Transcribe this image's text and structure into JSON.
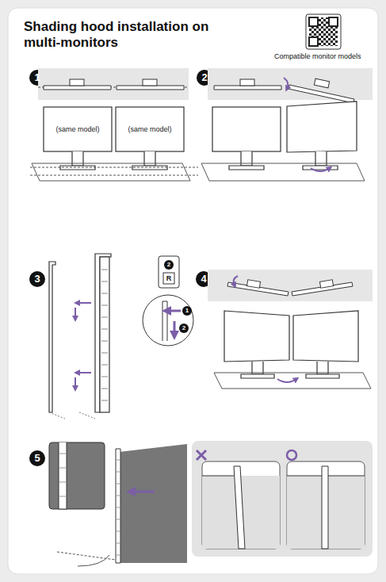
{
  "diagram": {
    "title": "Shading hood installation on multi-monitors",
    "nodes": [
      {
        "text": [
          "(same model)"
        ]
      },
      {
        "text": [
          "(same model)"
        ]
      }
    ],
    "labels": [
      "Compatible monitor models",
      "1",
      "2",
      "3",
      "4",
      "5",
      "2",
      "R",
      "1",
      "2"
    ]
  }
}
